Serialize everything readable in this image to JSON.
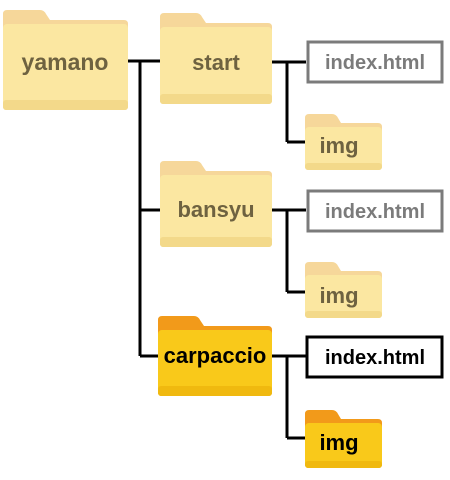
{
  "root": {
    "label": "yamano"
  },
  "folders": [
    {
      "label": "start",
      "file_label": "index.html",
      "sub_label": "img",
      "highlighted": false
    },
    {
      "label": "bansyu",
      "file_label": "index.html",
      "sub_label": "img",
      "highlighted": false
    },
    {
      "label": "carpaccio",
      "file_label": "index.html",
      "sub_label": "img",
      "highlighted": true
    }
  ],
  "colors": {
    "folder_tab": "#f6d79a",
    "folder_body": "#fbe7a1",
    "folder_body_dark": "#f3d98a",
    "folder_label": "#6e6240",
    "highlight_tab": "#f29a1a",
    "highlight_body": "#f9c91a",
    "highlight_body_dark": "#f0b90f",
    "file_border": "#7b7b7b",
    "file_border_highlight": "#000000",
    "connector": "#000000"
  }
}
